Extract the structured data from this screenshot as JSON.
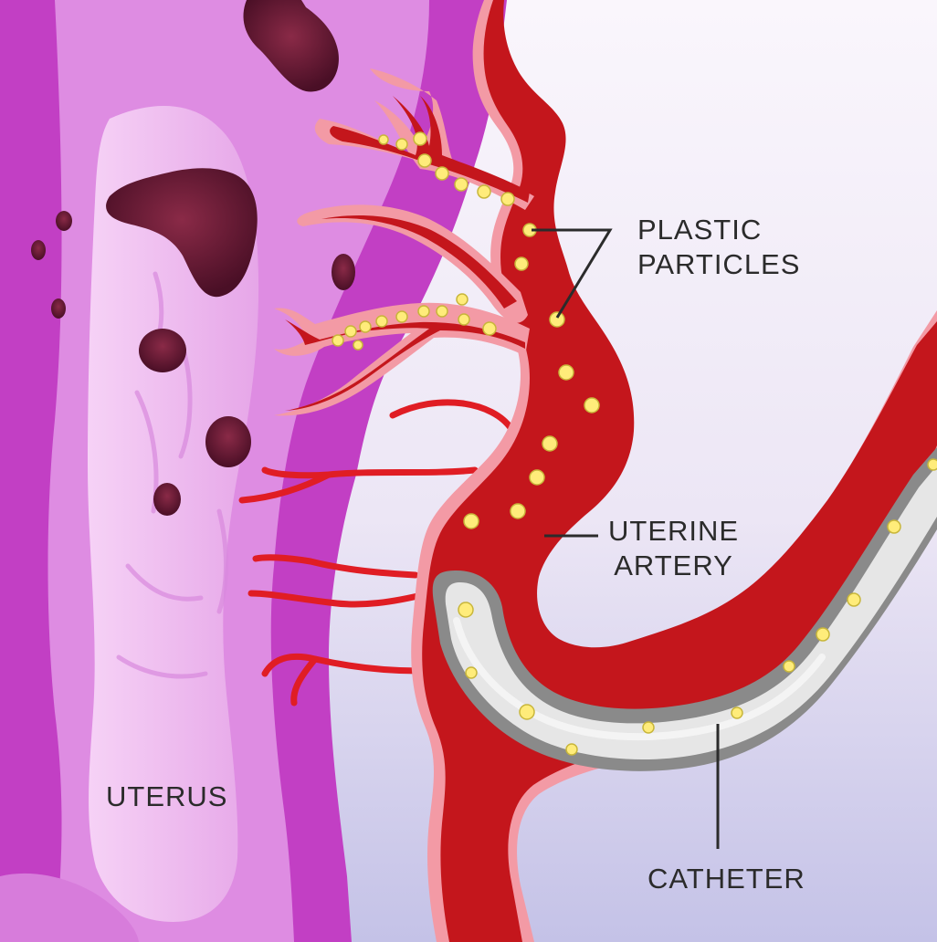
{
  "labels": {
    "particles": [
      "PLASTIC",
      "PARTICLES"
    ],
    "artery": [
      "UTERINE",
      "ARTERY"
    ],
    "uterus": "UTERUS",
    "catheter": "CATHETER"
  },
  "colors": {
    "uterus_outer": "#c23fc4",
    "uterus_mid": "#e08ee3",
    "uterus_inner": "#f1c2f2",
    "fibroid": "#5a1530",
    "artery_wall": "#f39aa5",
    "artery_blood": "#c4161c",
    "catheter_wall": "#8a8a8a",
    "catheter_fill": "#e6e6e6",
    "particle": "#ffec7a",
    "background_top": "#f8f3fb",
    "background_bottom": "#c6c4e8",
    "leader_line": "#2b2b2b"
  }
}
